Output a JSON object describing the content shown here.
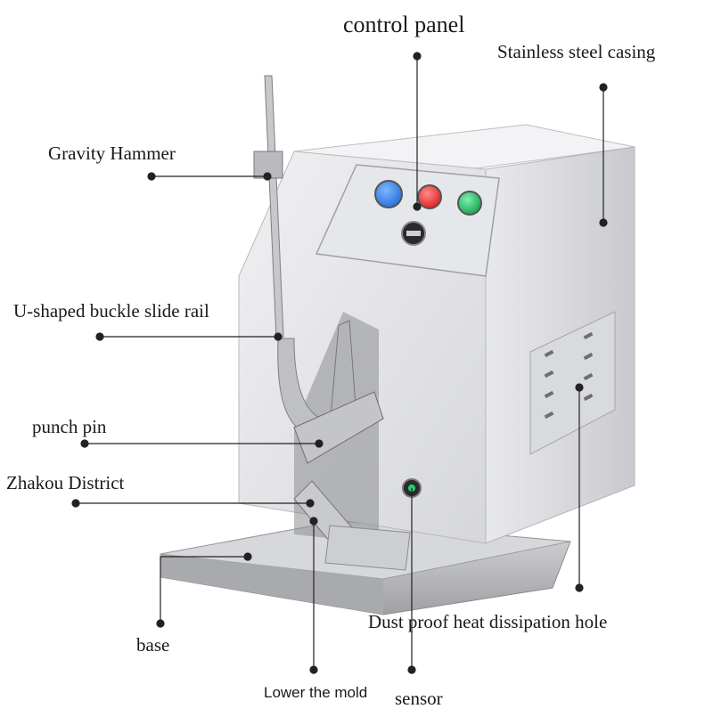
{
  "labels": {
    "control_panel": "control panel",
    "stainless_casing": "Stainless steel casing",
    "gravity_hammer": "Gravity Hammer",
    "u_rail": "U-shaped buckle slide rail",
    "punch_pin": "punch pin",
    "zhakou": "Zhakou District",
    "dust_hole": "Dust proof heat dissipation hole",
    "base": "base",
    "lower_mold": "Lower the mold",
    "sensor": "sensor"
  },
  "colors": {
    "casing": "#e2e2e6",
    "casing_side": "#cfd0d4",
    "button_blue": "#1e6fd9",
    "button_red": "#e53030",
    "button_green": "#18b05a",
    "leader": "#222222"
  },
  "icons": [
    "leader-dot",
    "push-button",
    "rotary-switch",
    "vent-slot"
  ]
}
